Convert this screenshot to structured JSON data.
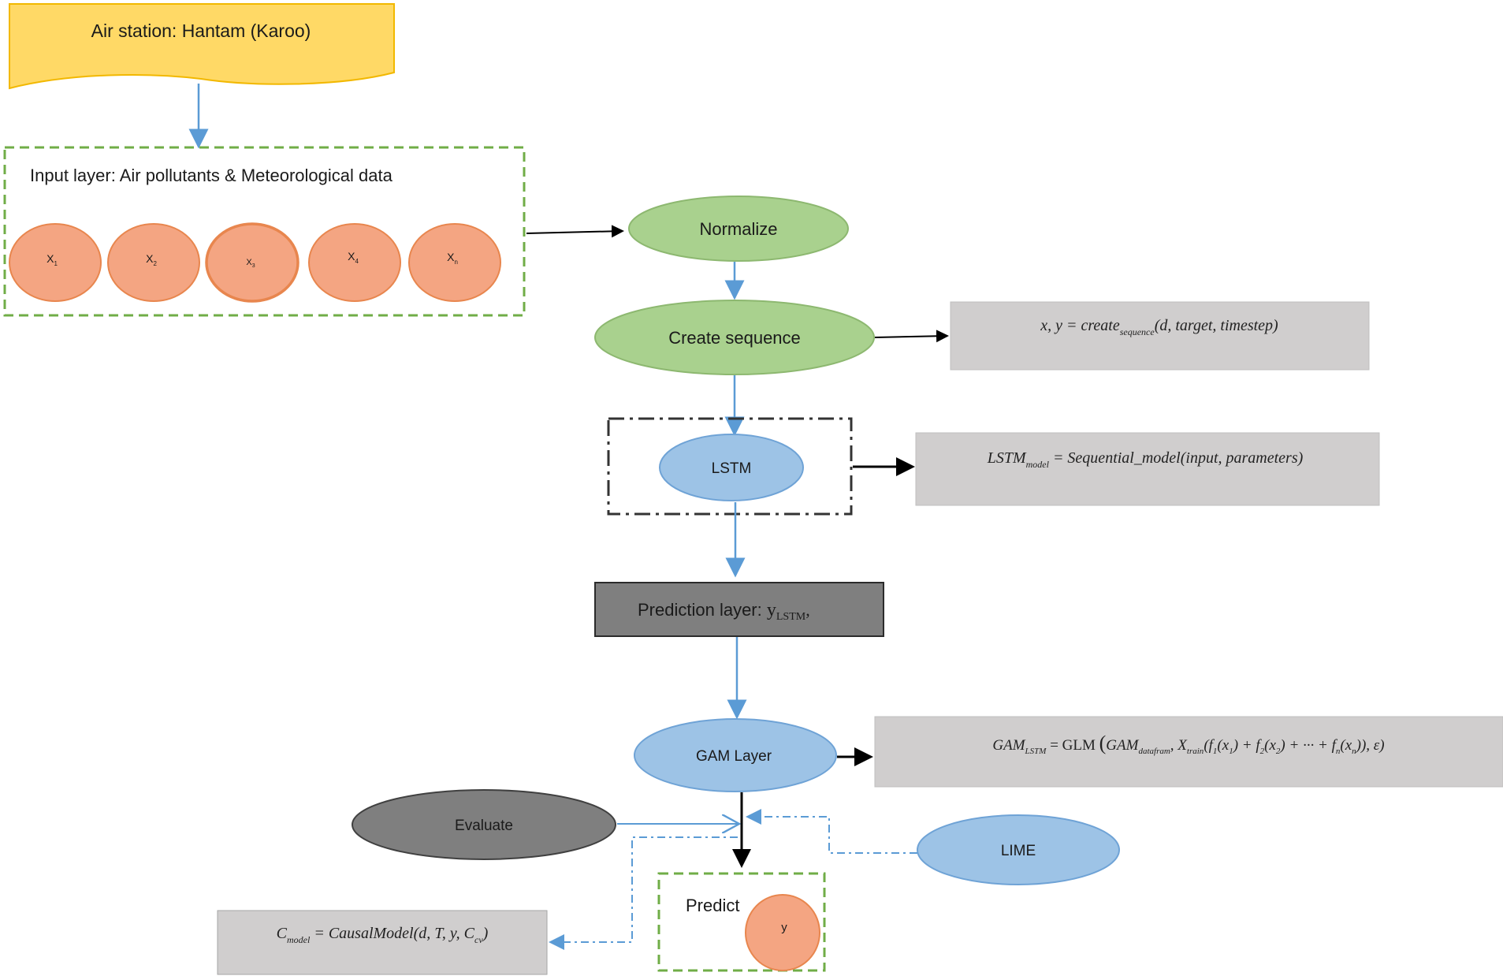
{
  "diagram": {
    "station": "Air station: Hantam (Karoo)",
    "input_layer": {
      "title": "Input layer: Air pollutants & Meteorological data",
      "nodes": [
        {
          "base": "X",
          "sub": "1"
        },
        {
          "base": "X",
          "sub": "2"
        },
        {
          "base": "X",
          "sub": "3"
        },
        {
          "base": "X",
          "sub": "4"
        },
        {
          "base": "X",
          "sub": "n"
        }
      ]
    },
    "normalize": "Normalize",
    "create_sequence": "Create sequence",
    "sequence_formula": {
      "lhs": "x, y = create",
      "sub": "sequence",
      "rest": "(d, target, timestep)"
    },
    "lstm": "LSTM",
    "lstm_formula": {
      "base": "LSTM",
      "sub": "model",
      "rest": " = Sequential_model(input, parameters)"
    },
    "prediction_layer": {
      "label": "Prediction layer: ",
      "math_base": "y",
      "math_sub": "LSTM",
      "math_tail": ","
    },
    "gam_layer": "GAM Layer",
    "gam_formula": {
      "lhs": "GAM",
      "lhs_sub": "LSTM",
      "glm": " = GLM ",
      "p1": "GAM",
      "p1_sub": "datafram",
      "p2": ", X",
      "p2_sub": "train",
      "p3": "(f",
      "p3_sub": "1",
      "p4": "(x",
      "p4_sub": "1",
      "p5": ") + f",
      "p5_sub": "2",
      "p6": "(x",
      "p6_sub": "2",
      "p7": ") + ··· + f",
      "p7_sub": "n",
      "p8": "(x",
      "p8_sub": "n",
      "p9": ")), ε)"
    },
    "evaluate": "Evaluate",
    "lime": "LIME",
    "predict_box_label": "Predict",
    "output_node": "y",
    "causal_formula": {
      "base": "C",
      "sub": "model",
      "rest": " = CausalModel(d, T, y, C",
      "rest_sub": "cv",
      "tail": ")"
    }
  },
  "colors": {
    "station_fill": "#FFD966",
    "station_stroke": "#F2B800",
    "green_fill": "#A9D18E",
    "green_stroke": "#8DB870",
    "blue_fill": "#9DC3E6",
    "blue_stroke": "#6FA3D6",
    "orange_fill": "#F4A582",
    "orange_stroke": "#E8864E",
    "gray_box": "#D0CECE",
    "dark_box": "#7F7F7F",
    "evaluate_fill": "#7F7F7F",
    "dashed_green": "#70AD47",
    "arrow_blue": "#5B9BD5"
  }
}
